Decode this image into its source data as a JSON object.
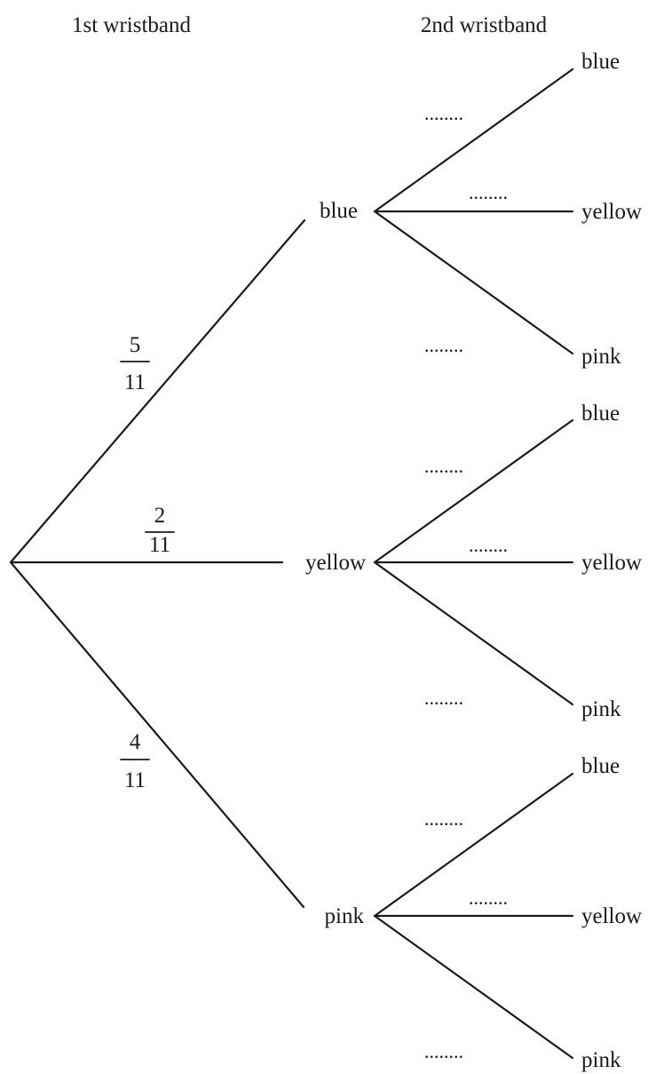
{
  "headers": {
    "first": "1st wristband",
    "second": "2nd wristband"
  },
  "first_branches": [
    {
      "outcome": "blue",
      "numerator": "5",
      "denominator": "11"
    },
    {
      "outcome": "yellow",
      "numerator": "2",
      "denominator": "11"
    },
    {
      "outcome": "pink",
      "numerator": "4",
      "denominator": "11"
    }
  ],
  "second_outcomes": [
    "blue",
    "yellow",
    "pink"
  ],
  "blank_probability": "........",
  "colors": {
    "ink": "#1a1a1a",
    "background": "#ffffff"
  }
}
